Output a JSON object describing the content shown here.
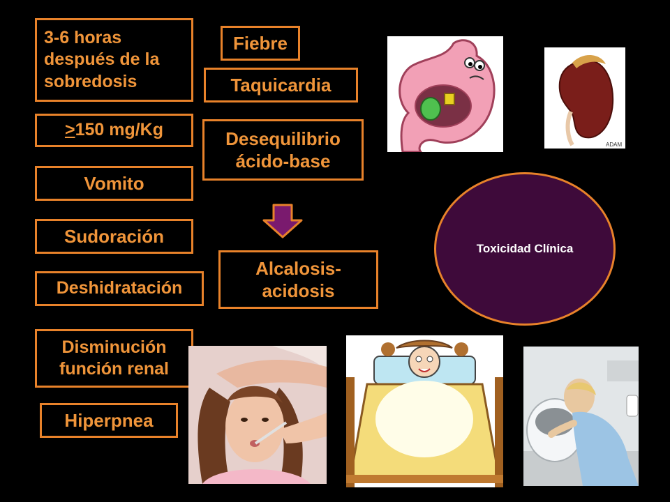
{
  "left_column": {
    "onset": "3-6 horas después de la sobredosis",
    "dose_sym": ">",
    "dose_rest": "150 mg/Kg",
    "vomit": "Vomito",
    "sweat": "Sudoración",
    "dehydration": "Deshidratación",
    "renal": "Disminución función renal",
    "hyperpnea": "Hiperpnea"
  },
  "middle_column": {
    "fever": "Fiebre",
    "tachycardia": "Taquicardia",
    "imbalance": "Desequilibrio ácido-base",
    "alkalosis": "Alcalosis-acidosis"
  },
  "circle_label": "Toxicidad Clínica",
  "kidney_watermark": "ADAM",
  "colors": {
    "box_border": "#E8822A",
    "box_text": "#F0953A",
    "arrow_fill": "#7A1A6E",
    "arrow_stroke": "#E8822A",
    "circle_fill": "#3E0A3A",
    "circle_text": "#FFFFFF"
  }
}
